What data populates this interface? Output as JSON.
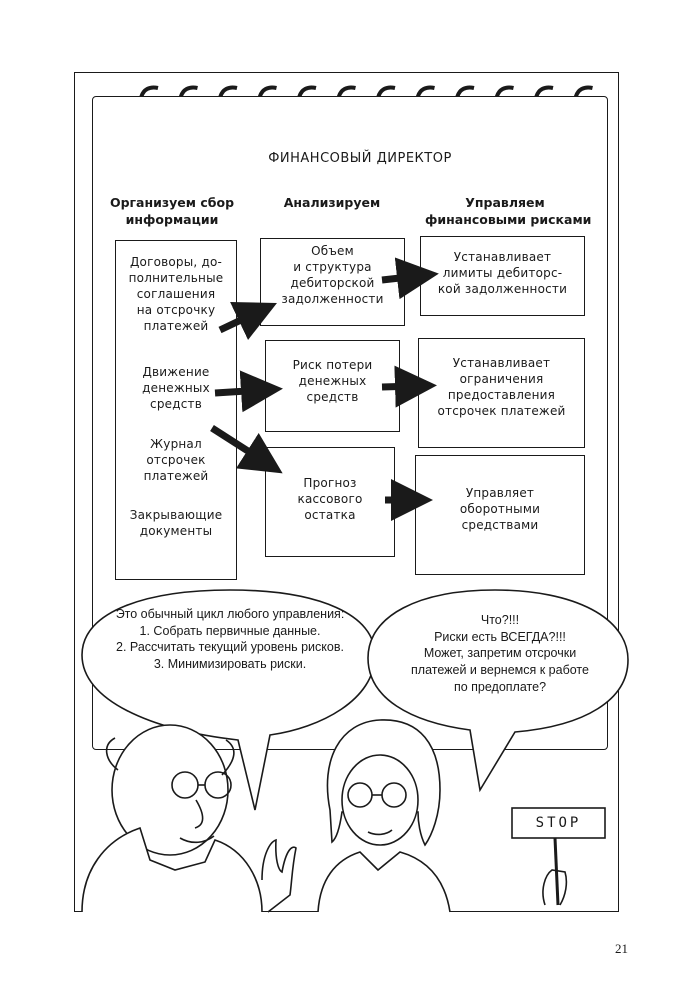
{
  "title": "ФИНАНСОВЫЙ ДИРЕКТОР",
  "columns": [
    {
      "heading_line1": "Организуем сбор",
      "heading_line2": "информации"
    },
    {
      "heading_line1": "Анализируем",
      "heading_line2": ""
    },
    {
      "heading_line1": "Управляем",
      "heading_line2": "финансовыми рисками"
    }
  ],
  "info_items": [
    {
      "lines": [
        "Договоры, до-",
        "полнительные",
        "соглашения",
        "на отсрочку",
        "платежей"
      ]
    },
    {
      "lines": [
        "Движение",
        "денежных",
        "средств"
      ]
    },
    {
      "lines": [
        "Журнал",
        "отсрочек",
        "платежей"
      ]
    },
    {
      "lines": [
        "Закрывающие",
        "документы"
      ]
    }
  ],
  "analysis_boxes": [
    {
      "lines": [
        "Объем",
        "и структура",
        "дебиторской",
        "задолженности"
      ]
    },
    {
      "lines": [
        "Риск потери",
        "денежных",
        "средств"
      ]
    },
    {
      "lines": [
        "Прогноз",
        "кассового",
        "остатка"
      ]
    }
  ],
  "management_boxes": [
    {
      "lines": [
        "Устанавливает",
        "лимиты дебиторс-",
        "кой задолженности"
      ]
    },
    {
      "lines": [
        "Устанавливает",
        "ограничения",
        "предоставления",
        "отсрочек платежей"
      ]
    },
    {
      "lines": [
        "Управляет",
        "оборотными",
        "средствами"
      ]
    }
  ],
  "bubble_left": {
    "lines": [
      "Это обычный цикл любого управления:",
      "1. Собрать первичные данные.",
      "2. Рассчитать текущий уровень рисков.",
      "3. Минимизировать риски."
    ]
  },
  "bubble_right": {
    "lines": [
      "Что?!!!",
      "Риски есть ВСЕГДА?!!!",
      "Может, запретим отсрочки",
      "платежей и вернемся к работе",
      "по предоплате?"
    ]
  },
  "sign_text": "STOP",
  "page_number": "21"
}
